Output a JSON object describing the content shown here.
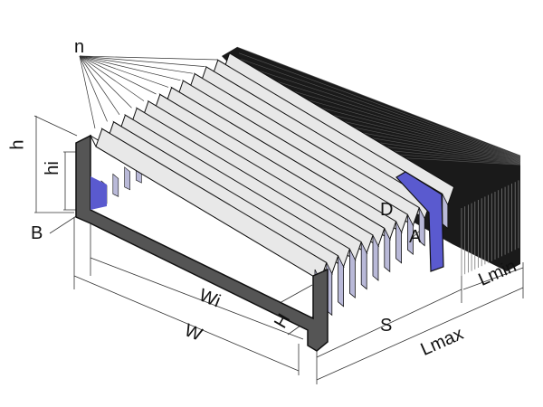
{
  "diagram": {
    "labels": {
      "n": "n",
      "h": "h",
      "hi": "hi",
      "B": "B",
      "D": "D",
      "A": "A",
      "Wi": "Wi",
      "W": "W",
      "H": "H",
      "S": "S",
      "Lmax": "Lmax",
      "Lmin": "Lmin"
    },
    "colors": {
      "frame": "#555555",
      "pleat_dark": "#1a1a1a",
      "accent_blue": "#5a5acf",
      "pleat_inner": "#b9b9d8"
    }
  }
}
